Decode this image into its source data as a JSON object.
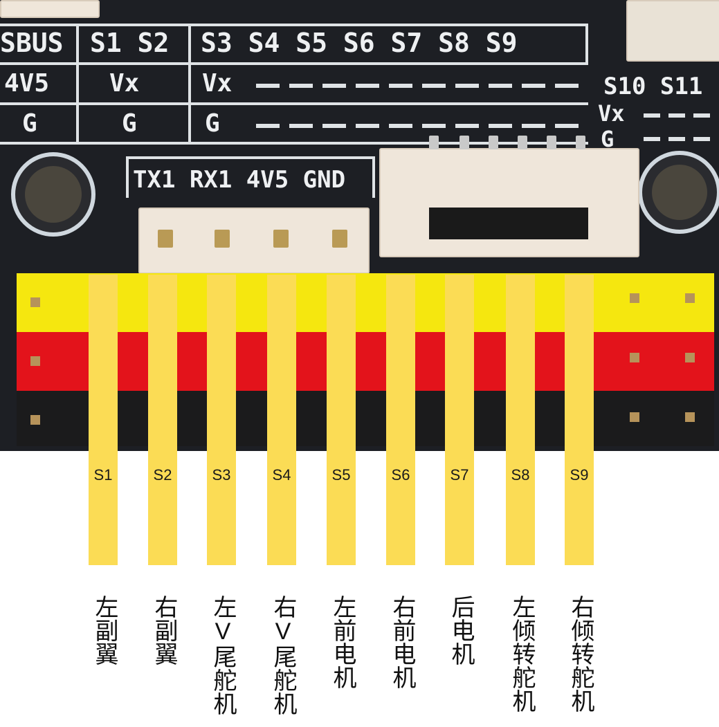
{
  "board": {
    "header_row": [
      "SBUS",
      "S1 S2",
      "S3  S4  S5  S6  S7  S8  S9"
    ],
    "row2": [
      "4V5",
      "Vx",
      "Vx"
    ],
    "row3": [
      "G",
      "G",
      "G"
    ],
    "right_block": [
      "S10 S11",
      "Vx",
      "G"
    ],
    "uart_label": "TX1 RX1 4V5 GND"
  },
  "channels": [
    {
      "id": "S1",
      "function": "左副翼"
    },
    {
      "id": "S2",
      "function": "右副翼"
    },
    {
      "id": "S3",
      "function": "左V尾舵机"
    },
    {
      "id": "S4",
      "function": "右V尾舵机"
    },
    {
      "id": "S5",
      "function": "左前电机"
    },
    {
      "id": "S6",
      "function": "右前电机"
    },
    {
      "id": "S7",
      "function": "后电机"
    },
    {
      "id": "S8",
      "function": "左倾转舵机"
    },
    {
      "id": "S9",
      "function": "右倾转舵机"
    }
  ],
  "colors": {
    "bar": "#fbdc55",
    "header_yellow": "#f5e70f",
    "header_red": "#e3131b",
    "header_black": "#1b1b1c",
    "pcb": "#1d1f24"
  }
}
